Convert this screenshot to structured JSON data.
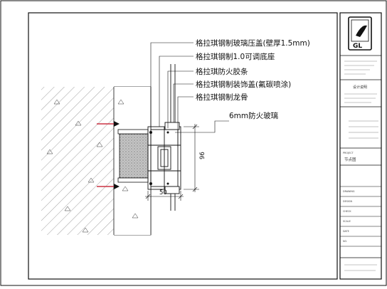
{
  "drawing": {
    "callouts": [
      "格拉琪钢制玻璃压盖(壁厚1.5mm)",
      "格拉琪钢制1.0可调底座",
      "格拉琪防火胶条",
      "格拉琪钢制装饰盖(氟碳喷涂)",
      "格拉琪钢制龙骨",
      "6mm防火玻璃"
    ],
    "dimensions": {
      "width": "50",
      "height": "96"
    }
  },
  "title_block": {
    "logo": "GL",
    "section_label": "设计说明",
    "drawing_name": "节点图",
    "fields": [
      "PROJECT",
      "DRAWING",
      "DESIGN",
      "CHECK",
      "SCALE",
      "DATE",
      "NO."
    ]
  },
  "colors": {
    "line": "#111111",
    "hatch": "#555555",
    "accent": "#cc3344",
    "concrete": "#b8b8b8"
  }
}
